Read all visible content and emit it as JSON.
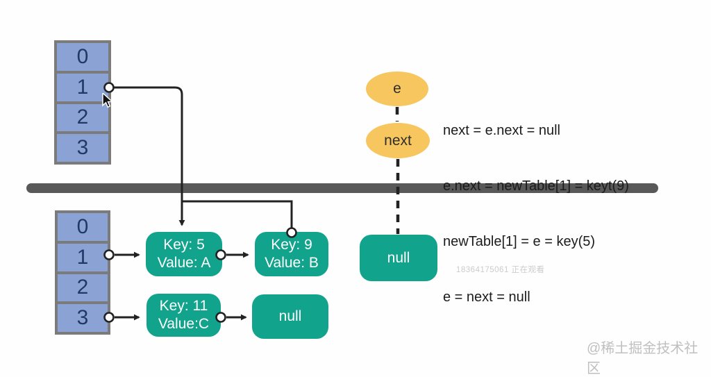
{
  "colors": {
    "node-green": "#12a38d",
    "ellipse-yellow": "#f7c65e",
    "cell-blue": "#8ba3d4",
    "cell-border": "#7b7b7b",
    "cell-text": "#1f3864",
    "divider-gray": "#595959"
  },
  "tables": {
    "old": {
      "cells": [
        "0",
        "1",
        "2",
        "3"
      ]
    },
    "new": {
      "cells": [
        "0",
        "1",
        "2",
        "3"
      ]
    }
  },
  "nodes": {
    "key5": {
      "line1": "Key: 5",
      "line2": "Value: A"
    },
    "key9": {
      "line1": "Key: 9",
      "line2": "Value: B"
    },
    "key11": {
      "line1": "Key: 11",
      "line2": "Value:C"
    },
    "null_chain": {
      "label": "null"
    },
    "null_next": {
      "label": "null"
    }
  },
  "pointers": {
    "e": "e",
    "next": "next"
  },
  "code": {
    "lines": [
      "next = e.next = null",
      "e.next = newTable[1] = keyt(9)",
      "newTable[1] = e = key(5)",
      "e = next = null"
    ]
  },
  "watermarks": {
    "viewer": "18364175061 正在观看",
    "community": "@稀土掘金技术社区"
  }
}
